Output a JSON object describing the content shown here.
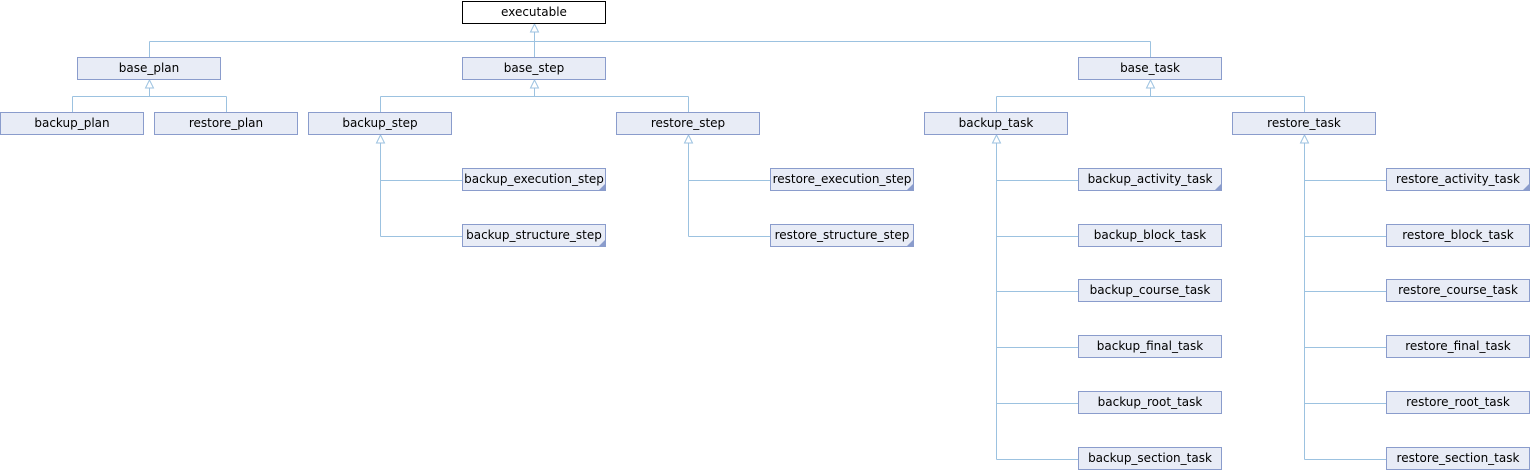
{
  "diagram": {
    "colors": {
      "node_fill": "#e8ecf6",
      "node_border": "#8a9ccc",
      "edge": "#9cc2e0",
      "root_border": "#000000"
    },
    "nodes": {
      "executable": "executable",
      "base_plan": "base_plan",
      "base_step": "base_step",
      "base_task": "base_task",
      "backup_plan": "backup_plan",
      "restore_plan": "restore_plan",
      "backup_step": "backup_step",
      "restore_step": "restore_step",
      "backup_task": "backup_task",
      "restore_task": "restore_task",
      "backup_execution_step": "backup_execution_step",
      "backup_structure_step": "backup_structure_step",
      "restore_execution_step": "restore_execution_step",
      "restore_structure_step": "restore_structure_step",
      "backup_activity_task": "backup_activity_task",
      "backup_block_task": "backup_block_task",
      "backup_course_task": "backup_course_task",
      "backup_final_task": "backup_final_task",
      "backup_root_task": "backup_root_task",
      "backup_section_task": "backup_section_task",
      "restore_activity_task": "restore_activity_task",
      "restore_block_task": "restore_block_task",
      "restore_course_task": "restore_course_task",
      "restore_final_task": "restore_final_task",
      "restore_root_task": "restore_root_task",
      "restore_section_task": "restore_section_task"
    },
    "inheritance": [
      {
        "parent": "executable",
        "children": [
          "base_plan",
          "base_step",
          "base_task"
        ]
      },
      {
        "parent": "base_plan",
        "children": [
          "backup_plan",
          "restore_plan"
        ]
      },
      {
        "parent": "base_step",
        "children": [
          "backup_step",
          "restore_step"
        ]
      },
      {
        "parent": "base_task",
        "children": [
          "backup_task",
          "restore_task"
        ]
      },
      {
        "parent": "backup_step",
        "children": [
          "backup_execution_step",
          "backup_structure_step"
        ]
      },
      {
        "parent": "restore_step",
        "children": [
          "restore_execution_step",
          "restore_structure_step"
        ]
      },
      {
        "parent": "backup_task",
        "children": [
          "backup_activity_task",
          "backup_block_task",
          "backup_course_task",
          "backup_final_task",
          "backup_root_task",
          "backup_section_task"
        ]
      },
      {
        "parent": "restore_task",
        "children": [
          "restore_activity_task",
          "restore_block_task",
          "restore_course_task",
          "restore_final_task",
          "restore_root_task",
          "restore_section_task"
        ]
      }
    ]
  }
}
